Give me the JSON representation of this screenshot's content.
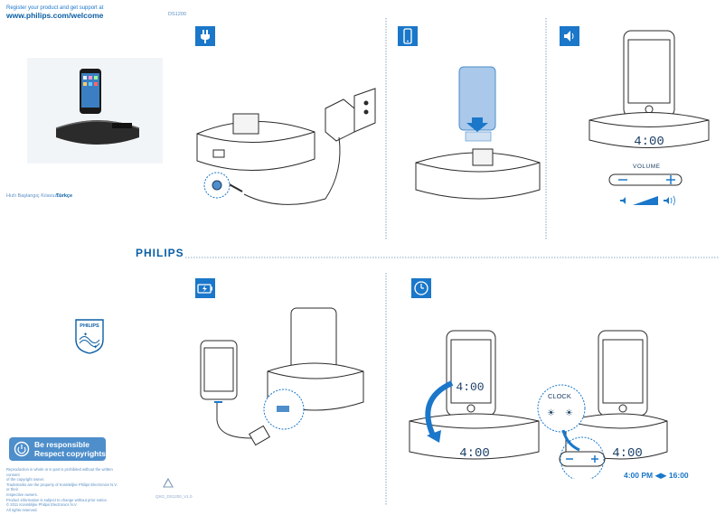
{
  "header": {
    "register_line": "Register your product and get support at",
    "url": "www.philips.com/welcome",
    "model": "DS1200"
  },
  "language": {
    "guide": "Hızlı Başlangıç Kılavuzu",
    "name": "Türkçe"
  },
  "brand": {
    "wordmark": "PHILIPS",
    "shield_text": "PHILIPS"
  },
  "badge": {
    "line1": "Be responsible",
    "line2": "Respect copyrights"
  },
  "footer": {
    "lines": [
      "Reproduction in whole or in part is prohibited without the written consent",
      "of the copyright owner.",
      "Trademarks are the property of Koninklijke Philips Electronics N.V. or their",
      "respective owners.",
      "Product information is subject to change without prior notice.",
      "© 2011 Koninklijke Philips Electronics N.V.",
      "All rights reserved."
    ],
    "doc_number": "QSG_DS1200_V1.0"
  },
  "steps": {
    "volume_label": "VOLUME",
    "clock_label": "CLOCK",
    "display_time": "4:00",
    "time_conversion": "4:00 PM ◀▶ 16:00"
  },
  "colors": {
    "brand_blue": "#0b5fa5",
    "accent_blue": "#1a77c9",
    "badge_blue": "#4d8ecb",
    "line_dark": "#1c3f66"
  }
}
